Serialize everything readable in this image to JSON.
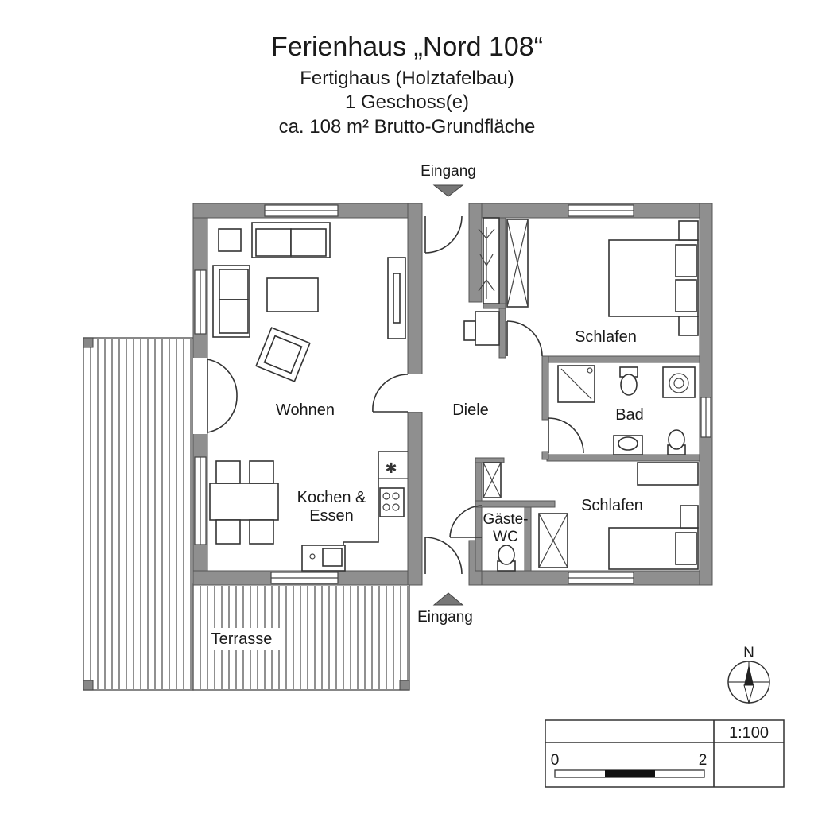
{
  "header": {
    "title": "Ferienhaus „Nord 108“",
    "line1": "Fertighaus (Holztafelbau)",
    "line2": "1 Geschoss(e)",
    "line3": "ca. 108 m² Brutto-Grundfläche"
  },
  "entrances": {
    "top": "Eingang",
    "bottom": "Eingang"
  },
  "rooms": {
    "wohnen": "Wohnen",
    "kochen_line1": "Kochen &",
    "kochen_line2": "Essen",
    "diele": "Diele",
    "schlafen_top": "Schlafen",
    "bad": "Bad",
    "schlafen_bottom": "Schlafen",
    "gaeste_line1": "Gäste-",
    "gaeste_line2": "WC",
    "terrasse": "Terrasse"
  },
  "north_arrow": {
    "label": "N",
    "icon": "north-arrow-icon"
  },
  "scale_box": {
    "ratio": "1:100",
    "bar_start": "0",
    "bar_end": "2"
  }
}
